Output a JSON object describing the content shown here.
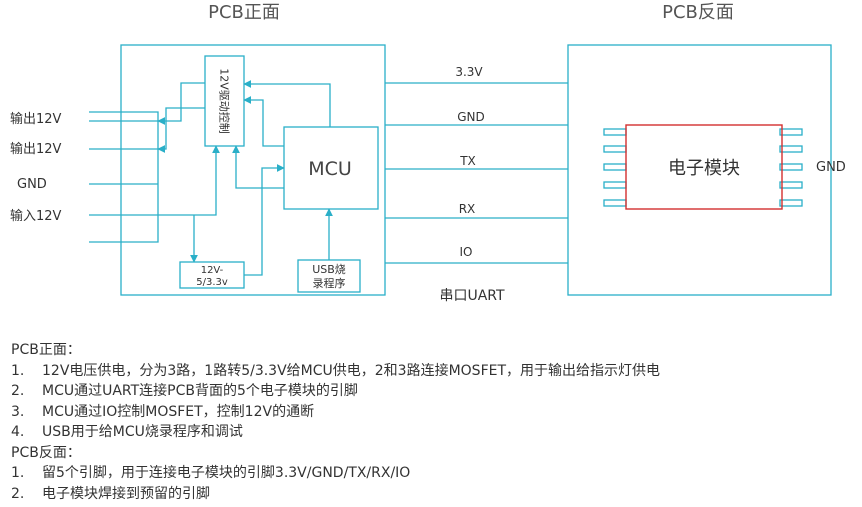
{
  "colors": {
    "line": "#2AAFC8",
    "module_border": "#D32F2F",
    "text": "#333333"
  },
  "titles": {
    "front": "PCB正面",
    "back": "PCB反面"
  },
  "left_labels": {
    "out1": "输出12V",
    "out2": "输出12V",
    "gnd": "GND",
    "in": "输入12V"
  },
  "blocks": {
    "driver": "12V驱动控制",
    "mcu": "MCU",
    "regulator_line1": "12V-",
    "regulator_line2": "5/3.3v",
    "usb_line1": "USB烧",
    "usb_line2": "录程序",
    "module": "电子模块",
    "module_gnd": "GND"
  },
  "signals": [
    "3.3V",
    "GND",
    "TX",
    "RX",
    "IO"
  ],
  "bus_label": "串口UART",
  "notes": {
    "front_heading": "PCB正面：",
    "front_items": [
      {
        "num": "1.",
        "text": "12V电压供电，分为3路，1路转5/3.3V给MCU供电，2和3路连接MOSFET，用于输出给指示灯供电"
      },
      {
        "num": "2.",
        "text": "MCU通过UART连接PCB背面的5个电子模块的引脚"
      },
      {
        "num": "3.",
        "text": "MCU通过IO控制MOSFET，控制12V的通断"
      },
      {
        "num": "4.",
        "text": "USB用于给MCU烧录程序和调试"
      }
    ],
    "back_heading": "PCB反面：",
    "back_items": [
      {
        "num": "1.",
        "text": "留5个引脚，用于连接电子模块的引脚3.3V/GND/TX/RX/IO"
      },
      {
        "num": "2.",
        "text": "电子模块焊接到预留的引脚"
      }
    ]
  }
}
